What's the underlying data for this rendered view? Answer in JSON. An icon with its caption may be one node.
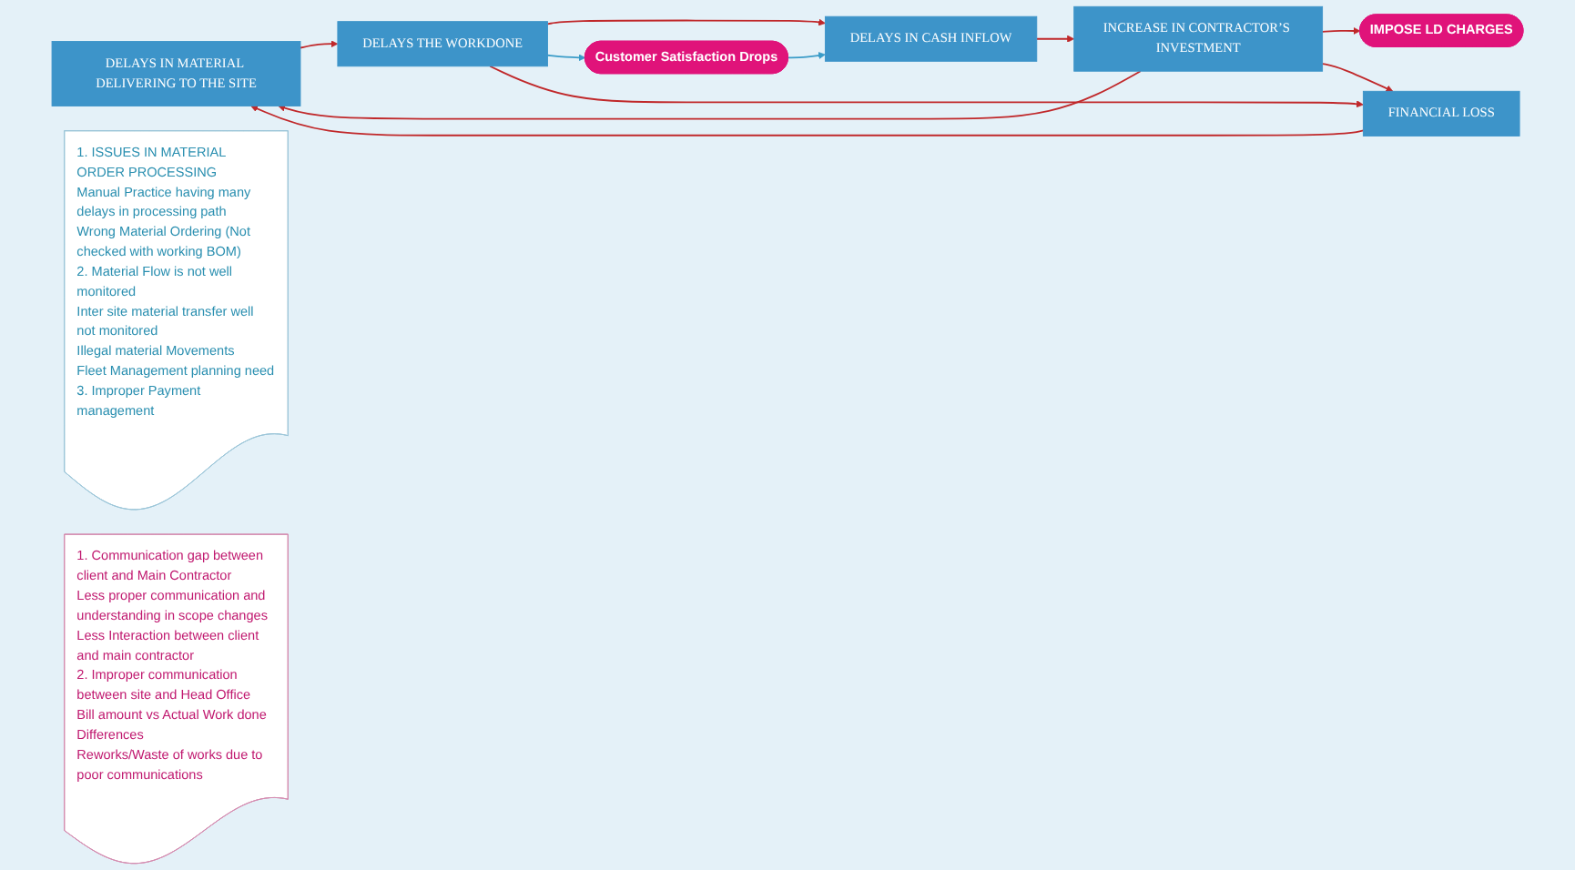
{
  "diagram": {
    "nodes": [
      {
        "text": [
          "DELAYS IN MATERIAL DELIVERING TO THE SITE"
        ]
      },
      {
        "text": [
          "DELAYS THE WORKDONE"
        ]
      },
      {
        "text": [
          "DELAYS IN CASH INFLOW"
        ]
      },
      {
        "text": [
          "Customer Satisfaction Drops"
        ]
      },
      {
        "text": [
          "INCREASE IN CONTRACTOR’S INVESTMENT"
        ]
      },
      {
        "text": [
          "IMPOSE LD CHARGES"
        ]
      },
      {
        "text": [
          "FINANCIAL LOSS"
        ]
      },
      {
        "text": [
          "1. ISSUES IN MATERIAL ORDER PROCESSING",
          "Manual Practice having many delays in processing path",
          "Wrong Material Ordering (Not checked with working BOM)",
          "2. Material Flow is not well monitored",
          "Inter site material transfer well not monitored",
          "Illegal material Movements",
          "Fleet Management planning need",
          "3. Improper Payment management"
        ]
      },
      {
        "text": [
          "1. Communication gap between client and Main Contractor",
          "Less proper communication and understanding in scope changes",
          "Less Interaction between client and main contractor",
          "2. Improper communication between site and Head Office",
          "Bill amount vs Actual Work done  Differences",
          "Reworks/Waste of works due to poor communications"
        ]
      }
    ],
    "edges": [
      {
        "from": 0,
        "to": 1,
        "arrow": "to"
      },
      {
        "from": 1,
        "to": 2,
        "arrow": "to"
      },
      {
        "from": 1,
        "to": 3,
        "arrow": "to",
        "color": "#3a9cc8"
      },
      {
        "from": 3,
        "to": 2,
        "arrow": "to",
        "color": "#3a9cc8"
      },
      {
        "from": 2,
        "to": 4,
        "arrow": "to"
      },
      {
        "from": 4,
        "to": 5,
        "arrow": "to"
      },
      {
        "from": 1,
        "to": 6,
        "arrow": "to"
      },
      {
        "from": 4,
        "to": 0,
        "arrow": "to"
      },
      {
        "from": 4,
        "to": 6,
        "arrow": "to"
      },
      {
        "from": 6,
        "to": 0,
        "arrow": "to"
      }
    ]
  }
}
